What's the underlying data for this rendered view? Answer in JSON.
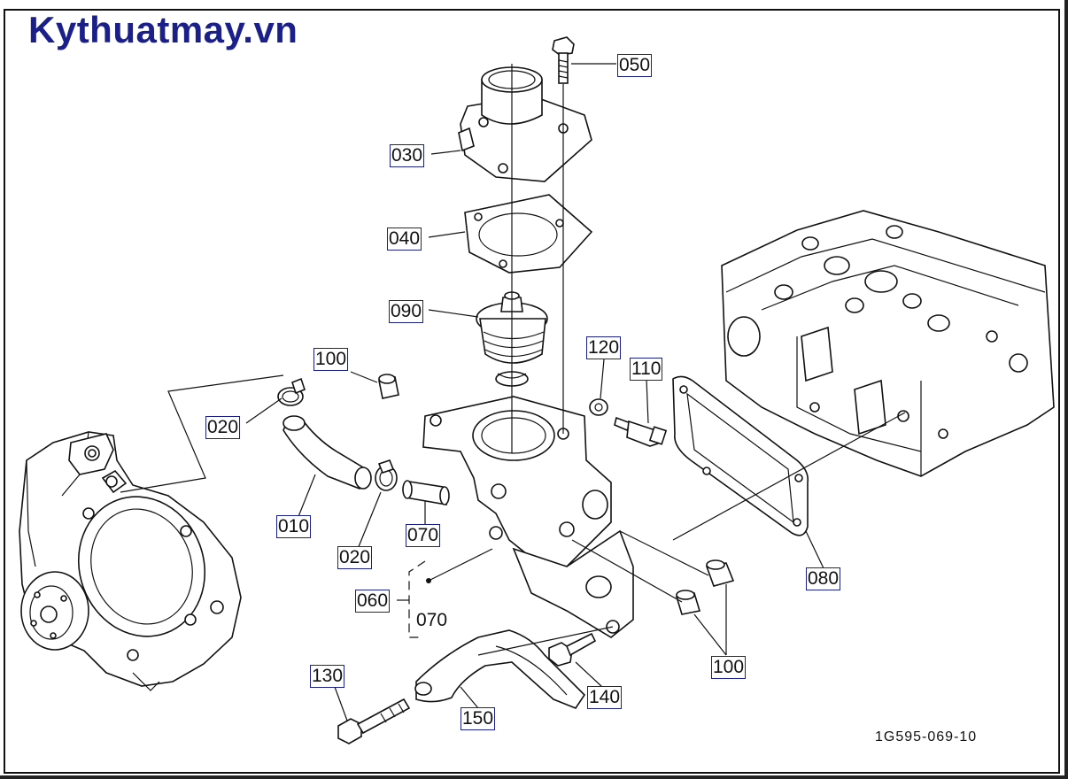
{
  "brand": {
    "text": "Kythuatmay.vn",
    "color": "#1a1f8a"
  },
  "drawing_code": "1G595-069-10",
  "callouts": [
    {
      "id": "c050",
      "label": "050",
      "boxed": true
    },
    {
      "id": "c030",
      "label": "030",
      "boxed": true
    },
    {
      "id": "c040",
      "label": "040",
      "boxed": true
    },
    {
      "id": "c090",
      "label": "090",
      "boxed": true
    },
    {
      "id": "c100a",
      "label": "100",
      "boxed": true
    },
    {
      "id": "c120",
      "label": "120",
      "boxed": true
    },
    {
      "id": "c110",
      "label": "110",
      "boxed": true
    },
    {
      "id": "c020a",
      "label": "020",
      "boxed": true
    },
    {
      "id": "c010",
      "label": "010",
      "boxed": true
    },
    {
      "id": "c020b",
      "label": "020",
      "boxed": true
    },
    {
      "id": "c070a",
      "label": "070",
      "boxed": true
    },
    {
      "id": "c060",
      "label": "060",
      "boxed": true
    },
    {
      "id": "c070b",
      "label": "070",
      "boxed": false
    },
    {
      "id": "c080",
      "label": "080",
      "boxed": true
    },
    {
      "id": "c100b",
      "label": "100",
      "boxed": true
    },
    {
      "id": "c130",
      "label": "130",
      "boxed": true
    },
    {
      "id": "c140",
      "label": "140",
      "boxed": true
    },
    {
      "id": "c150",
      "label": "150",
      "boxed": true
    }
  ]
}
